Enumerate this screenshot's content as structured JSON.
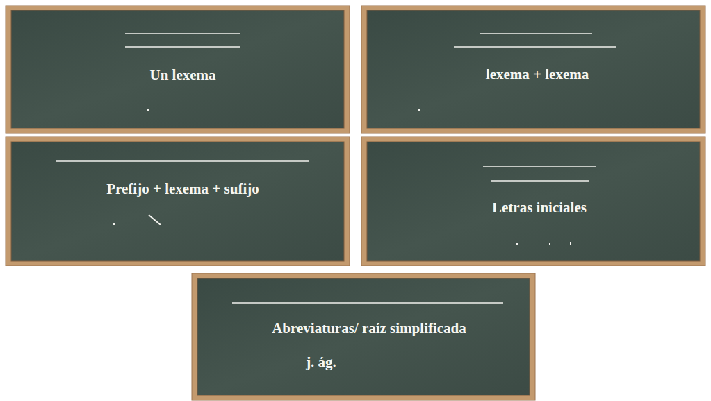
{
  "diagram": {
    "nodes": [
      {
        "text": [
          "Un lexema"
        ]
      },
      {
        "text": [
          "lexema + lexema"
        ]
      },
      {
        "text": [
          "Prefijo + lexema + sufijo"
        ]
      },
      {
        "text": [
          "Letras iniciales"
        ]
      },
      {
        "text": [
          "Abreviaturas/ raíz simplificada",
          "j. ág."
        ]
      }
    ]
  }
}
